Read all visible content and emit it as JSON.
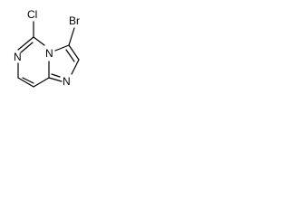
{
  "molecule": {
    "atoms": {
      "chlorine": "Cl",
      "bromine": "Br",
      "pyrimidine_nitrogen": "N",
      "bridgehead_nitrogen": "N",
      "imidazole_nitrogen": "N"
    }
  },
  "colors": {
    "bond": "#000000",
    "label": "#000000",
    "background": "#ffffff"
  }
}
